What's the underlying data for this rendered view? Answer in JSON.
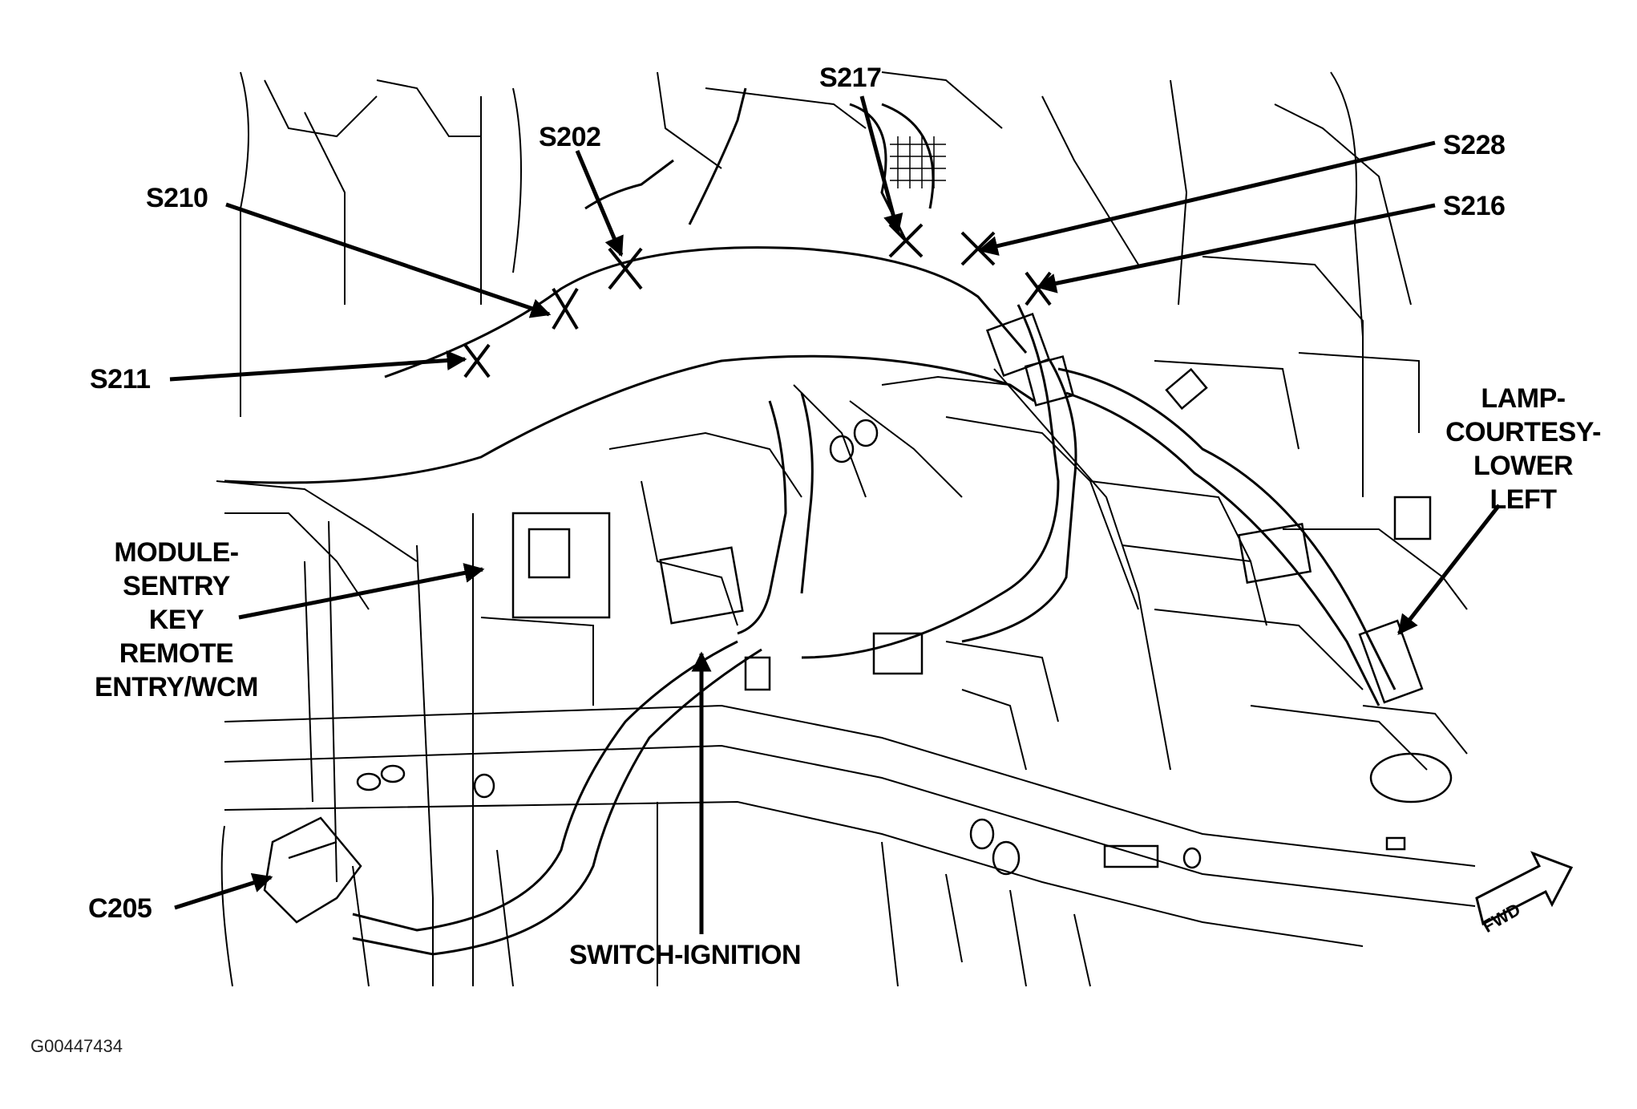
{
  "figure": {
    "figure_id": "G00447434",
    "direction_marker": "FWD"
  },
  "callouts": {
    "s217": "S217",
    "s202": "S202",
    "s228": "S228",
    "s210": "S210",
    "s216": "S216",
    "s211": "S211",
    "lamp": [
      "LAMP-",
      "COURTESY-",
      "LOWER",
      "LEFT"
    ],
    "module": [
      "MODULE-",
      "SENTRY",
      "KEY",
      "REMOTE",
      "ENTRY/WCM"
    ],
    "c205": "C205",
    "switch": "SWITCH-IGNITION"
  },
  "colors": {
    "ink": "#000000",
    "paper": "#ffffff"
  }
}
